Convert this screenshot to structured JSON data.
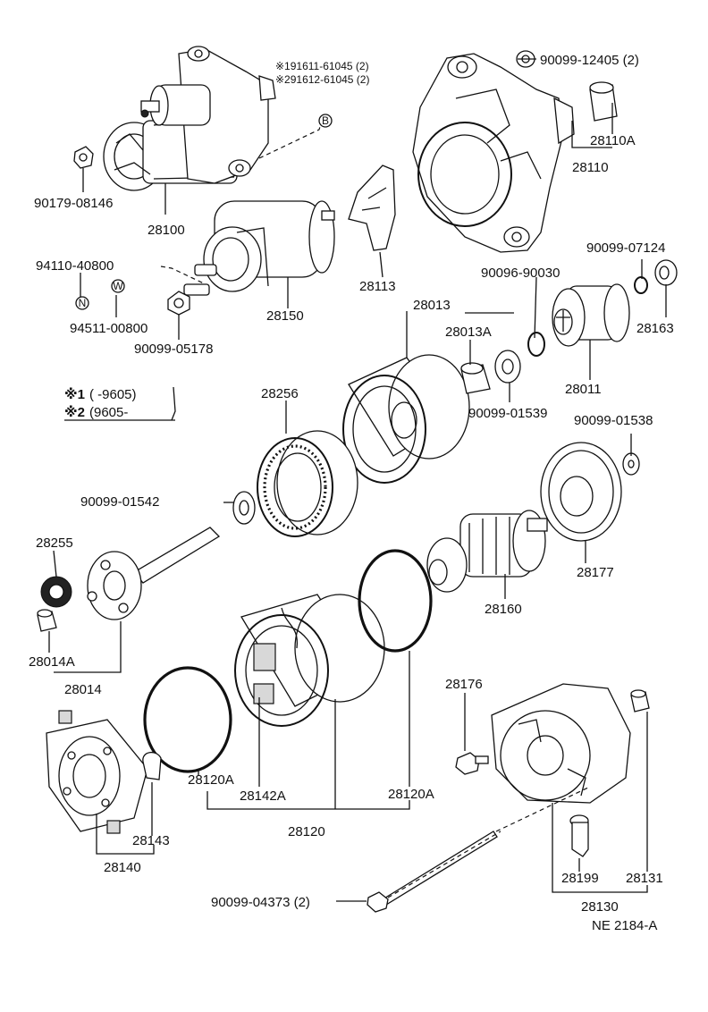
{
  "diagram": {
    "reference_code": "NE 2184-A",
    "note_lines": [
      {
        "mark": "※1",
        "range": "(      -9605)"
      },
      {
        "mark": "※2",
        "range": "(9605-"
      }
    ],
    "callouts": {
      "b": "B",
      "n": "N",
      "w": "W"
    },
    "labels": {
      "p1": "※191611-61045 (2)",
      "p2": "※291612-61045 (2)",
      "p3": "90099-12405 (2)",
      "p4": "28110A",
      "p5": "28110",
      "p6": "90179-08146",
      "p7": "28100",
      "p8": "90099-07124",
      "p9": "94110-40800",
      "p10": "90096-90030",
      "p11": "28113",
      "p12": "28163",
      "p13": "94511-00800",
      "p14": "28150",
      "p15": "90099-05178",
      "p16": "28013",
      "p17": "28013A",
      "p18": "28011",
      "p19": "28256",
      "p20": "90099-01539",
      "p21": "90099-01538",
      "p22": "90099-01542",
      "p23": "28255",
      "p24": "28177",
      "p25": "28160",
      "p26": "28014A",
      "p27": "28014",
      "p28": "28176",
      "p29": "28120A",
      "p30": "28142A",
      "p31": "28120A",
      "p32": "28143",
      "p33": "28120",
      "p34": "28140",
      "p35": "28199",
      "p36": "28131",
      "p37": "90099-04373 (2)",
      "p38": "28130"
    }
  }
}
